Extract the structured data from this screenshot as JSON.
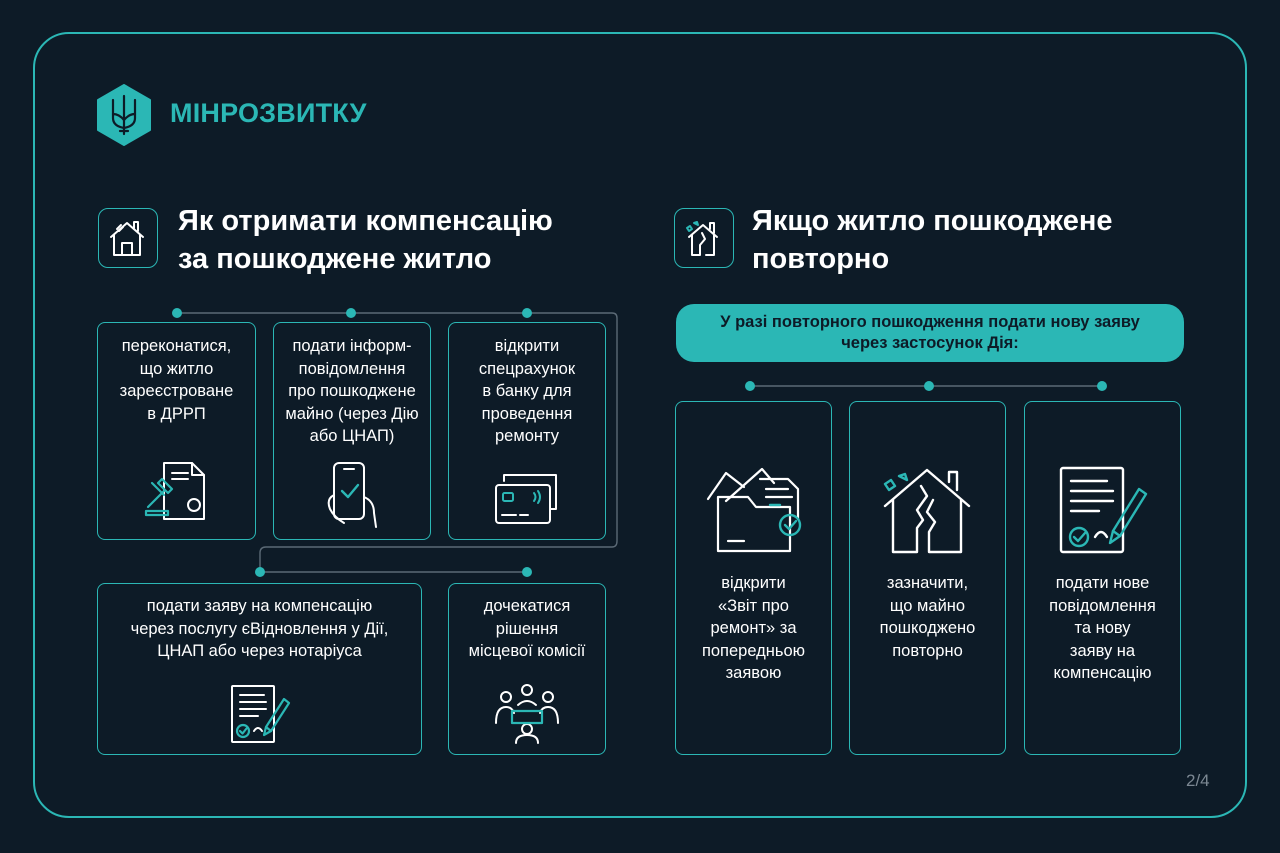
{
  "brand": {
    "name": "МІНРОЗВИТКУ"
  },
  "left_section": {
    "title": "Як отримати компенсацію\nза пошкоджене житло",
    "steps": [
      {
        "text": "переконатися,\nщо житло\nзареєстроване\nв ДРРП",
        "icon": "gavel-document-icon"
      },
      {
        "text": "подати інформ-\nповідомлення\nпро пошкоджене\nмайно (через Дію\nабо ЦНАП)",
        "icon": "phone-check-icon"
      },
      {
        "text": "відкрити\nспецрахунок\nв банку для\nпроведення\nремонту",
        "icon": "bank-card-icon"
      },
      {
        "text": "подати заяву на компенсацію\nчерез послугу єВідновлення у Дії,\nЦНАП або через нотаріуса",
        "icon": "contract-pen-icon"
      },
      {
        "text": "дочекатися\nрішення\nмісцевої комісії",
        "icon": "committee-meeting-icon"
      }
    ]
  },
  "right_section": {
    "title": "Якщо житло пошкоджене\nповторно",
    "banner": "У разі повторного пошкодження  подати нову заяву\nчерез застосунок Дія:",
    "steps": [
      {
        "text": "відкрити\n«Звіт про\nремонт» за\nпопередньою\nзаявою",
        "icon": "folder-report-icon"
      },
      {
        "text": "зазначити,\nщо майно\nпошкоджено\nповторно",
        "icon": "damaged-house-icon"
      },
      {
        "text": "подати нове\nповідомлення\nта нову\nзаяву на\nкомпенсацію",
        "icon": "contract-pen-icon"
      }
    ]
  },
  "page": {
    "number": "2/4"
  },
  "colors": {
    "background": "#0d1b27",
    "accent": "#2bb7b5",
    "text": "#ffffff",
    "muted": "#7c8893"
  }
}
